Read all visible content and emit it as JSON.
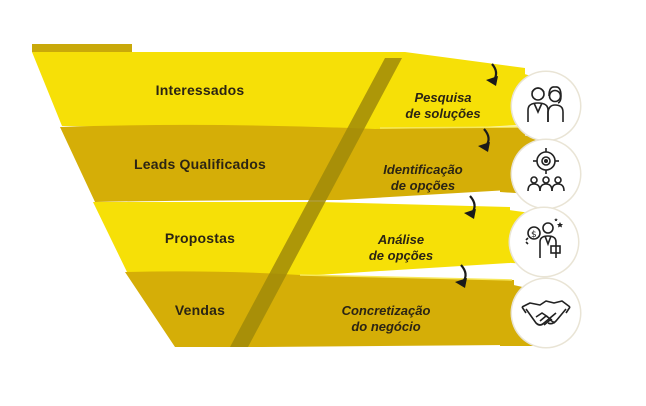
{
  "diagram": {
    "tiers": [
      {
        "funnel_label": "Interessados",
        "stage_line1": "Pesquisa",
        "stage_line2": "de soluções",
        "icon": "people-icon"
      },
      {
        "funnel_label": "Leads Qualificados",
        "stage_line1": "Identificação",
        "stage_line2": "de opções",
        "icon": "target-group-icon"
      },
      {
        "funnel_label": "Propostas",
        "stage_line1": "Análise",
        "stage_line2": "de opções",
        "icon": "business-person-money-icon"
      },
      {
        "funnel_label": "Vendas",
        "stage_line1": "Concretização",
        "stage_line2": "do negócio",
        "icon": "handshake-icon"
      }
    ],
    "colors": {
      "bright_yellow": "#f6e007",
      "dark_yellow": "#d5ae07",
      "shadow_band": "#a08a08",
      "top_shadow": "#c2a308",
      "arrow": "#1a1a1a"
    }
  }
}
